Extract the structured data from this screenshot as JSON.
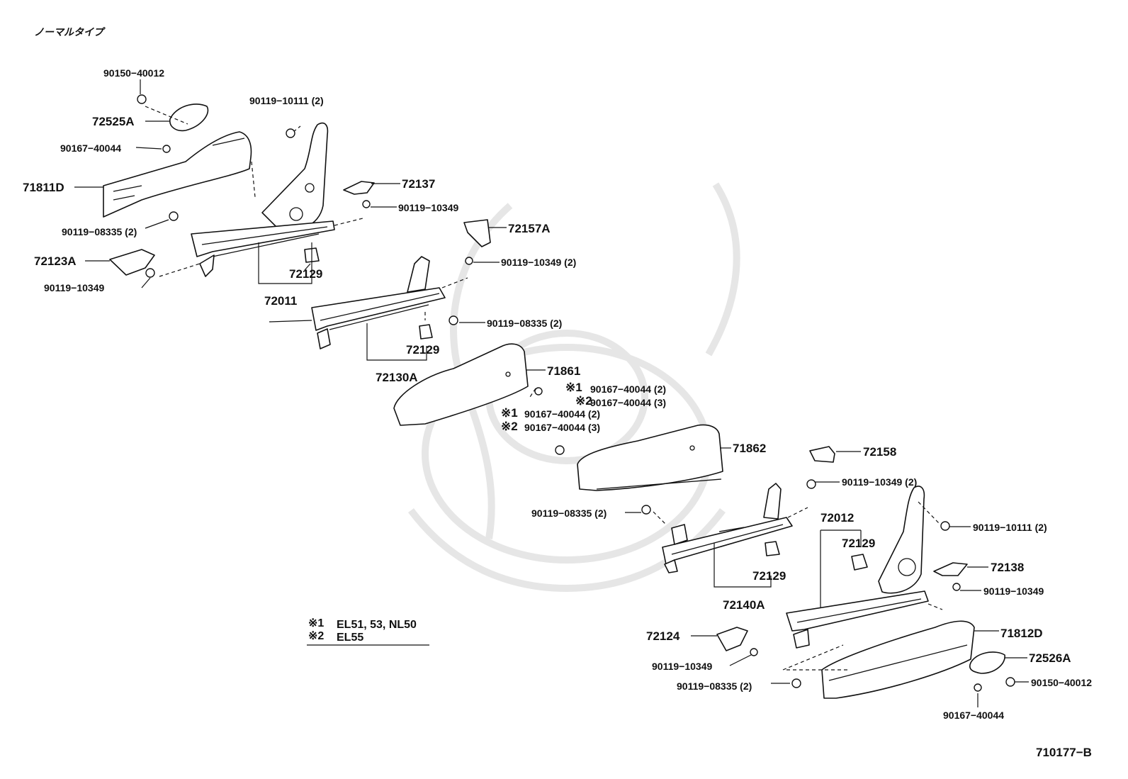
{
  "diagram": {
    "title": "ノーマルタイプ",
    "figure_code": "710177−B",
    "legend": [
      {
        "mark": "※1",
        "text": "EL51, 53, NL50"
      },
      {
        "mark": "※2",
        "text": "EL55"
      }
    ],
    "labels": {
      "p90150_40012_top": "90150−40012",
      "p72525A": "72525A",
      "p90119_10111_top": "90119−10111 (2)",
      "p90167_40044_top": "90167−40044",
      "p71811D": "71811D",
      "p72137": "72137",
      "p90119_10349_a": "90119−10349",
      "p90119_08335_a": "90119−08335 (2)",
      "p72157A": "72157A",
      "p72123A": "72123A",
      "p72129_a": "72129",
      "p90119_10349_b": "90119−10349",
      "p90119_10349_c": "90119−10349 (2)",
      "p72011": "72011",
      "p90119_08335_b": "90119−08335 (2)",
      "p72129_b": "72129",
      "p72130A": "72130A",
      "p71861": "71861",
      "s1_a_mark": "※1",
      "s1_a_text": "90167−40044 (2)",
      "s2_a_mark": "※2",
      "s2_a_text": "90167−40044 (3)",
      "s1_b_mark": "※1",
      "s1_b_text": "90167−40044 (2)",
      "s2_b_mark": "※2",
      "s2_b_text": "90167−40044 (3)",
      "p71862": "71862",
      "p72158": "72158",
      "p90119_10349_d": "90119−10349 (2)",
      "p90119_08335_c": "90119−08335 (2)",
      "p72012": "72012",
      "p72129_c": "72129",
      "p90119_10111_b": "90119−10111 (2)",
      "p72138": "72138",
      "p72129_d": "72129",
      "p90119_10349_e": "90119−10349",
      "p72140A": "72140A",
      "p71812D": "71812D",
      "p72124": "72124",
      "p72526A": "72526A",
      "p90119_10349_f": "90119−10349",
      "p90150_40012_b": "90150−40012",
      "p90119_08335_d": "90119−08335 (2)",
      "p90167_40044_b": "90167−40044"
    }
  }
}
